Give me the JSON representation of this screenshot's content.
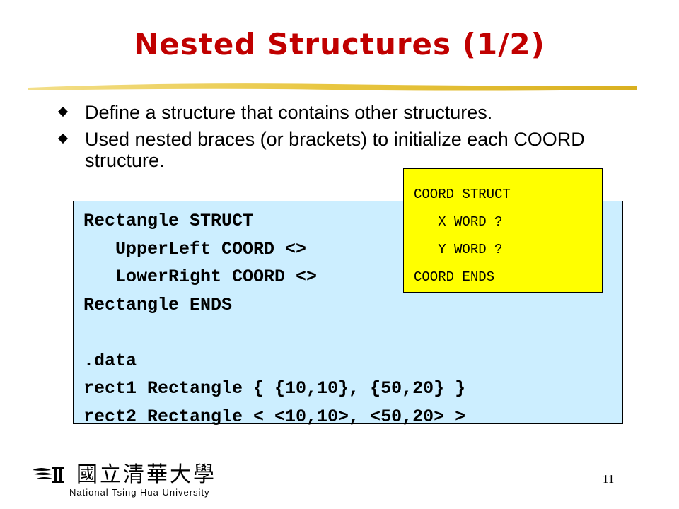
{
  "slide": {
    "title": "Nested Structures (1/2)",
    "page_number": "11"
  },
  "bullets": [
    "Define a structure that contains other structures.",
    "Used nested braces (or brackets) to initialize each COORD structure."
  ],
  "code_block": {
    "lines": [
      "Rectangle STRUCT",
      "   UpperLeft COORD <>",
      "   LowerRight COORD <>",
      "Rectangle ENDS",
      "",
      ".data",
      "rect1 Rectangle { {10,10}, {50,20} }",
      "rect2 Rectangle < <10,10>, <50,20> >"
    ]
  },
  "struct_box": {
    "lines": [
      "COORD STRUCT",
      "   X WORD ?",
      "   Y WORD ?",
      "COORD ENDS"
    ]
  },
  "logo": {
    "chinese": "國立清華大學",
    "english": "National Tsing Hua University"
  },
  "colors": {
    "title": "#c00000",
    "code_background": "#cceeff",
    "struct_background": "#ffff00",
    "rule": "#e8c640"
  }
}
